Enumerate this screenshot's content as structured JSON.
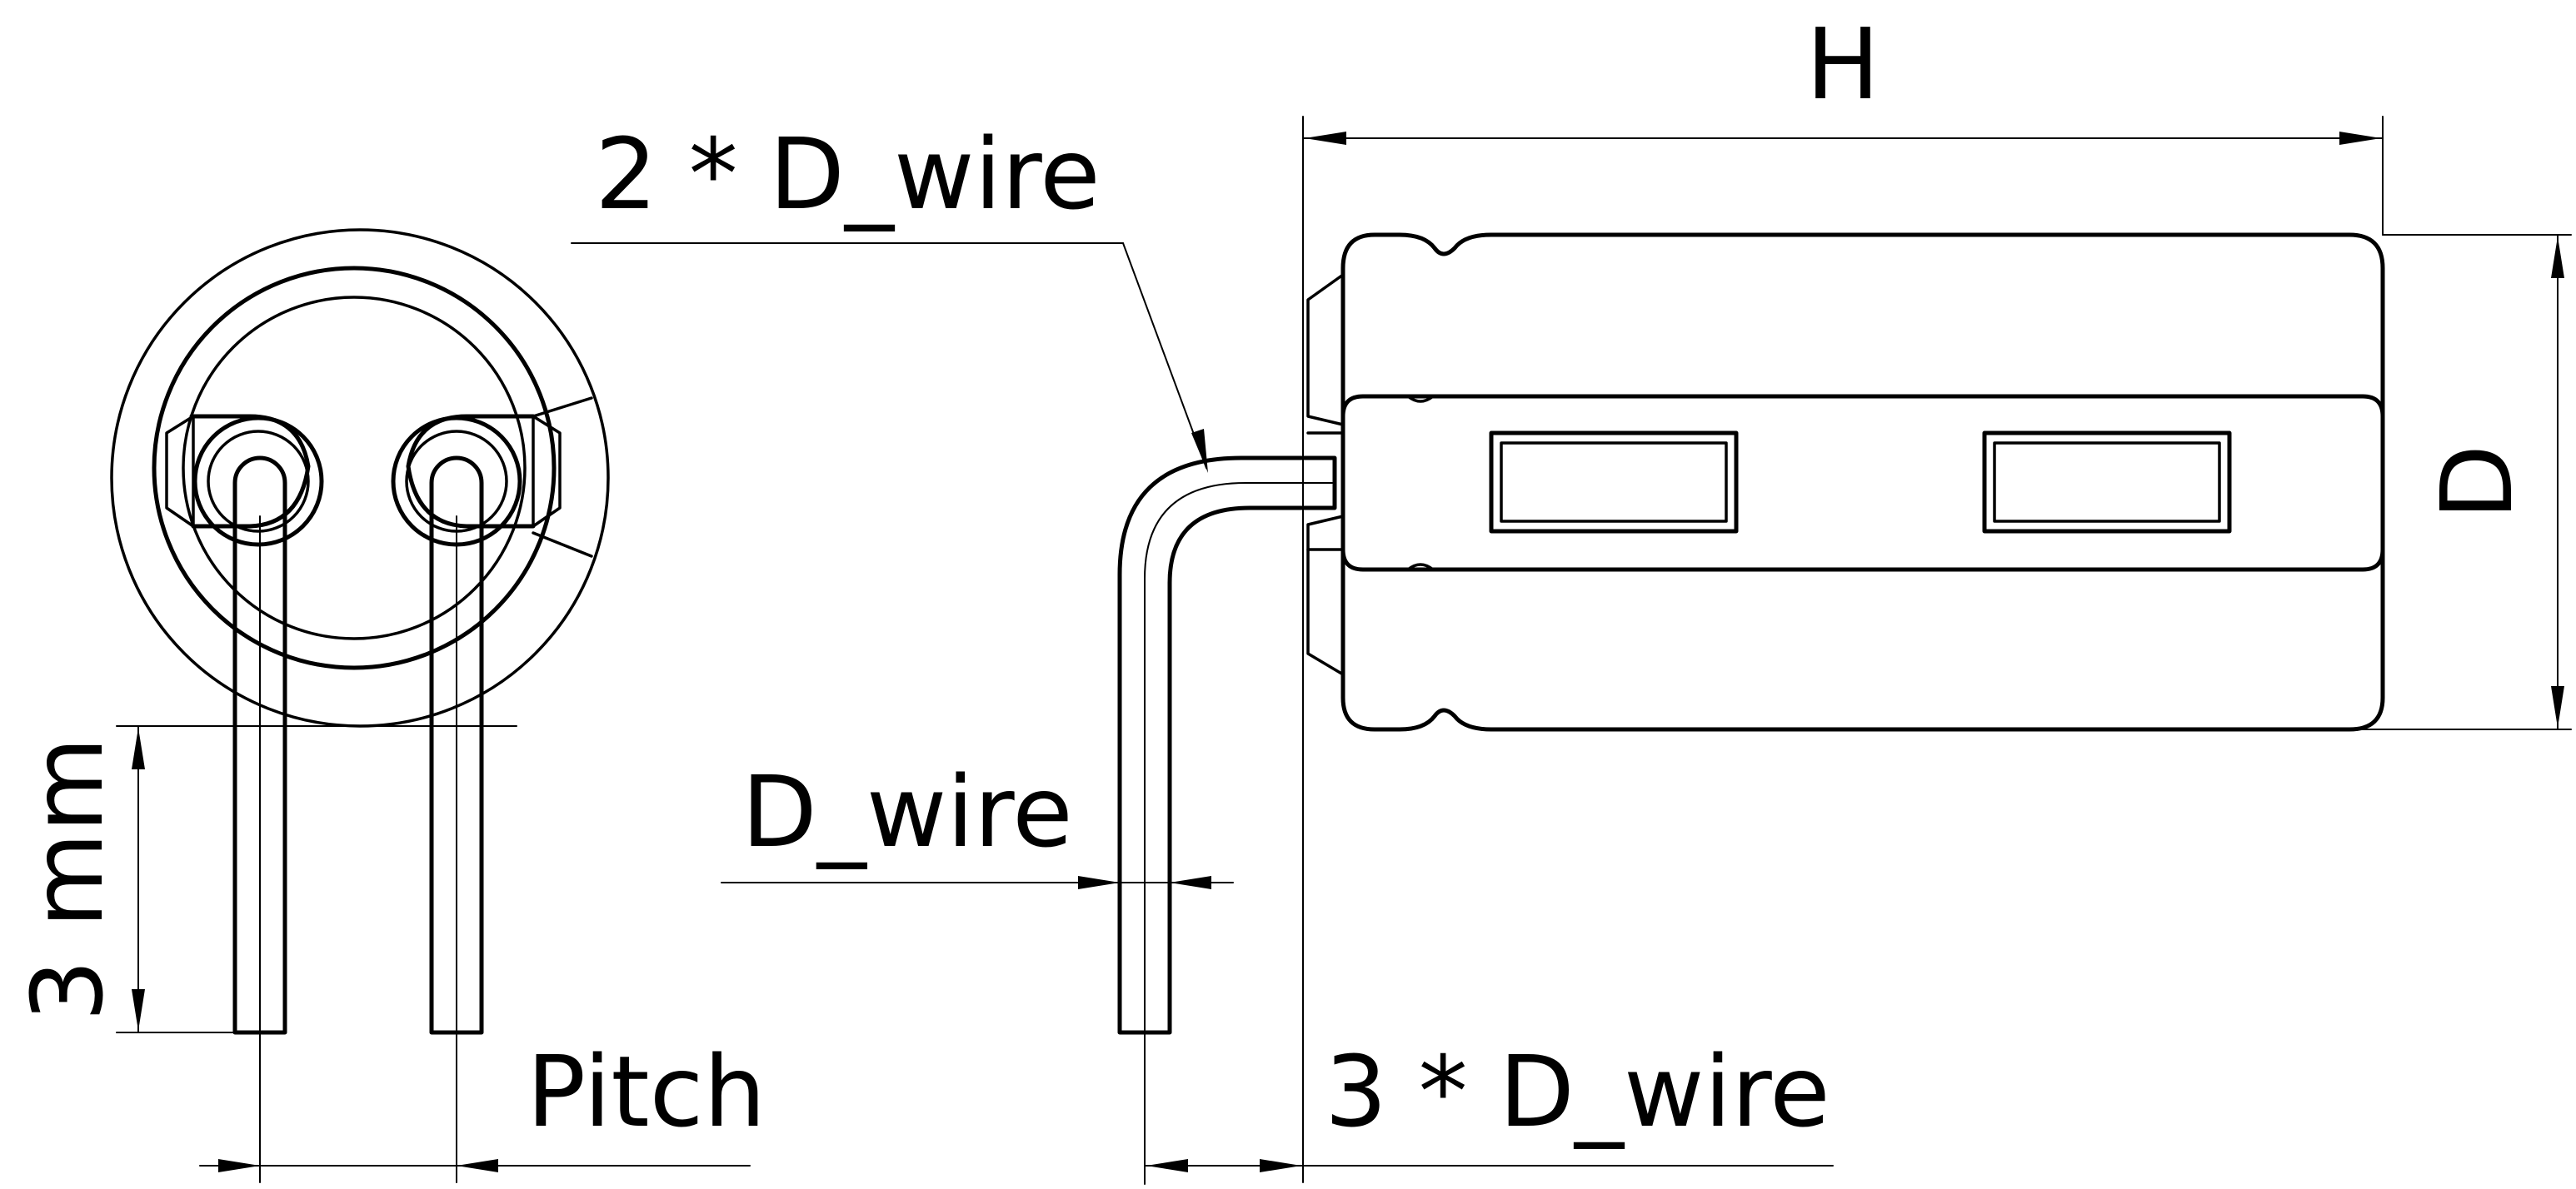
{
  "labels": {
    "height": "H",
    "diameter": "D",
    "bend_radius": "2 * D_wire",
    "wire_diameter": "D_wire",
    "lead_length": "3 mm",
    "pitch": "Pitch",
    "body_offset": "3 * D_wire"
  }
}
